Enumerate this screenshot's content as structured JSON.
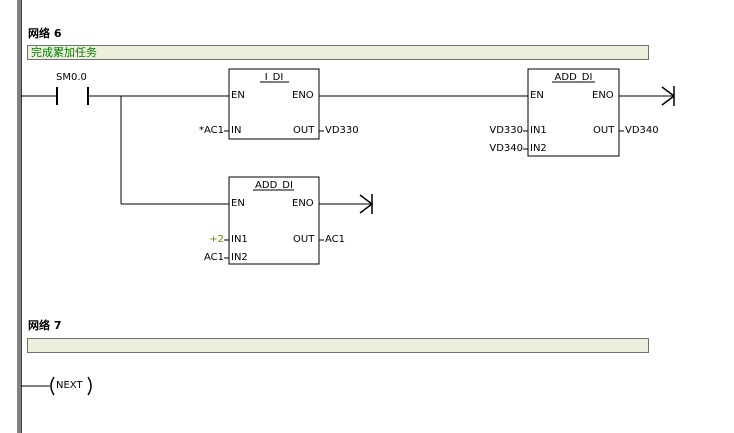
{
  "network6": {
    "title": "网络 6",
    "comment": "完成累加任务",
    "contact": {
      "address": "SM0.0"
    },
    "box1": {
      "name": "I_DI",
      "en": "EN",
      "eno": "ENO",
      "in_pin": "IN",
      "out_pin": "OUT",
      "in_operand": "*AC1",
      "out_operand": "VD330"
    },
    "box2": {
      "name": "ADD_DI",
      "en": "EN",
      "eno": "ENO",
      "in1_pin": "IN1",
      "in2_pin": "IN2",
      "out_pin": "OUT",
      "in1_operand": "VD330",
      "in2_operand": "VD340",
      "out_operand": "VD340"
    },
    "box3": {
      "name": "ADD_DI",
      "en": "EN",
      "eno": "ENO",
      "in1_pin": "IN1",
      "in2_pin": "IN2",
      "out_pin": "OUT",
      "in1_operand": "+2",
      "in2_operand": "AC1",
      "out_operand": "AC1"
    }
  },
  "network7": {
    "title": "网络 7",
    "comment": "",
    "coil": {
      "label": "NEXT"
    }
  },
  "colors": {
    "rail": "#808080",
    "comment_bg": "#eeeedd",
    "comment_text": "#008000",
    "constant": "#808000"
  }
}
